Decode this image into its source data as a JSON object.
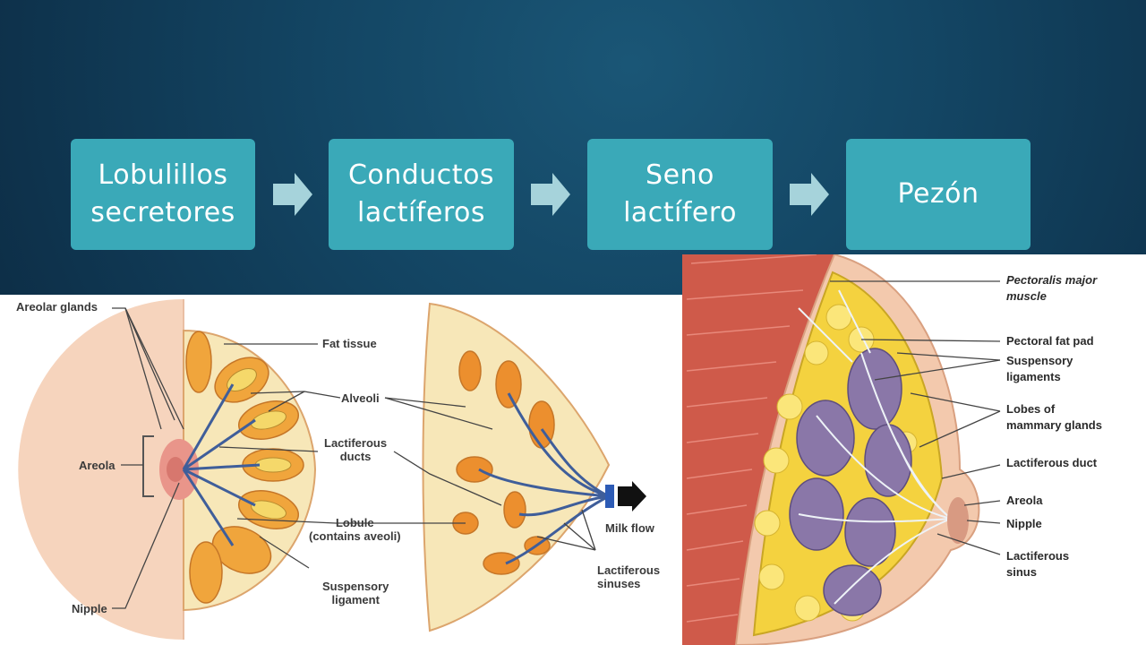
{
  "flow": {
    "steps": [
      "Lobulillos\nsecretores",
      "Conductos\nlactíferos",
      "Seno\nlactífero",
      "Pezón"
    ]
  },
  "left_figure": {
    "labels": {
      "areolar_glands": "Areolar glands",
      "areola": "Areola",
      "nipple": "Nipple",
      "fat_tissue": "Fat tissue",
      "alveoli": "Alveoli",
      "lactiferous_ducts": "Lactiferous\nducts",
      "lobule": "Lobule\n(contains aveoli)",
      "suspensory_ligament": "Suspensory\nligament",
      "milk_flow": "Milk flow",
      "lactiferous_sinuses": "Lactiferous\nsinuses"
    }
  },
  "right_figure": {
    "labels": {
      "pectoralis": "Pectoralis major\nmuscle",
      "pectoral_fat_pad": "Pectoral fat pad",
      "suspensory_ligaments": "Suspensory\nligaments",
      "lobes": "Lobes of\nmammary glands",
      "lactiferous_duct": "Lactiferous duct",
      "areola": "Areola",
      "nipple": "Nipple",
      "lactiferous_sinus": "Lactiferous\nsinus"
    }
  },
  "colors": {
    "flow_box": "#3aa9b8",
    "arrow": "#a6d3db",
    "background": "#134563",
    "fat": "#f4c542",
    "lobule": "#e8892b",
    "gland": "#8a77a8"
  }
}
